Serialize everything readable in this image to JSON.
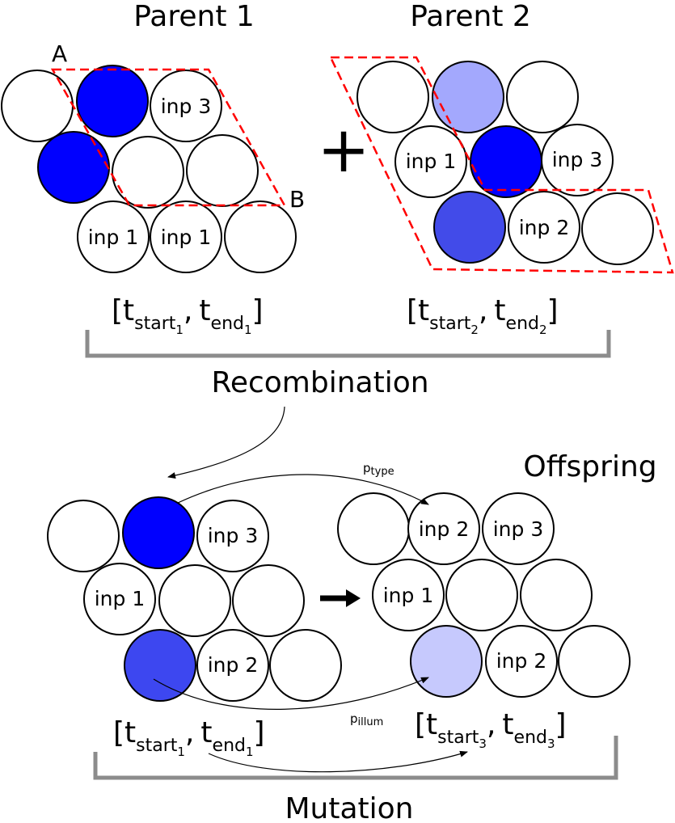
{
  "titles": {
    "parent1": "Parent 1",
    "parent2": "Parent 2",
    "offspring": "Offspring",
    "recombination": "Recombination",
    "mutation": "Mutation"
  },
  "symbols": {
    "plus": "+",
    "corner_a": "A",
    "corner_b": "B"
  },
  "cell_labels": {
    "inp1": "inp 1",
    "inp2": "inp 2",
    "inp3": "inp 3"
  },
  "intervals": {
    "t": "t",
    "start": "start",
    "end": "end",
    "i1": "1",
    "i2": "2",
    "i3": "3",
    "open": "[",
    "comma": ",",
    "close": "]"
  },
  "mutation_labels": {
    "p": "p",
    "type": "type",
    "illum": "illum"
  },
  "colors": {
    "blue_full": "#0000ff",
    "blue_strong": "#3d47f0",
    "blue_medium": "#424be9",
    "blue_light": "#a3a8fd",
    "blue_pale": "#c6c9fd",
    "crossover_line": "#ff0000",
    "bracket": "#8c8c8c"
  }
}
